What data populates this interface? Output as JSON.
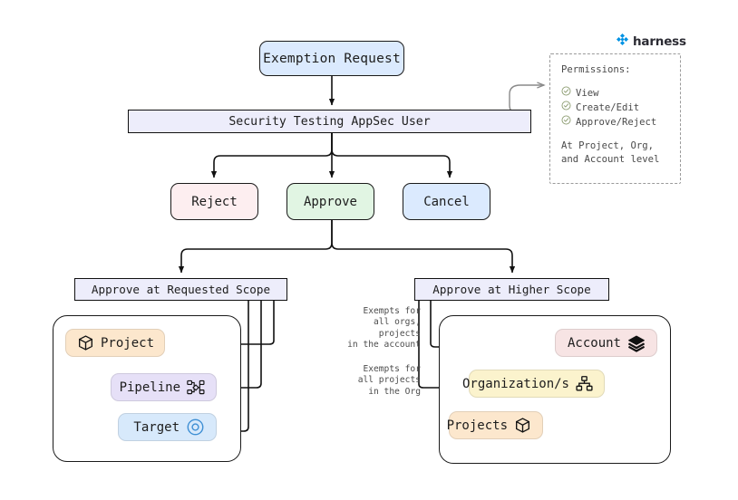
{
  "brand": {
    "name": "harness",
    "logo_icon": "harness-diamond-icon",
    "logo_color": "#0092E4"
  },
  "flow": {
    "start": {
      "label": "Exemption Request",
      "color": "#dbeafe"
    },
    "actor": {
      "label": "Security Testing AppSec User",
      "color": "#ededfb"
    },
    "decisions": [
      {
        "name": "reject",
        "label": "Reject",
        "color": "#fdeef0"
      },
      {
        "name": "approve",
        "label": "Approve",
        "color": "#e1f5e3"
      },
      {
        "name": "cancel",
        "label": "Cancel",
        "color": "#dbeafe"
      }
    ],
    "scopes": [
      {
        "name": "requested",
        "label": "Approve at Requested Scope",
        "color": "#ededfb"
      },
      {
        "name": "higher",
        "label": "Approve at Higher Scope",
        "color": "#ededfb"
      }
    ]
  },
  "requested_scope": {
    "resources": [
      {
        "name": "project",
        "label": "Project",
        "icon": "cube-icon",
        "color": "#fce7cd"
      },
      {
        "name": "pipeline",
        "label": "Pipeline",
        "icon": "node-graph-icon",
        "color": "#e6e0f7"
      },
      {
        "name": "target",
        "label": "Target",
        "icon": "target-icon",
        "color": "#d7e9fb"
      }
    ]
  },
  "higher_scope": {
    "resources": [
      {
        "name": "account",
        "label": "Account",
        "icon": "layers-icon",
        "color": "#f7e4e4"
      },
      {
        "name": "organization",
        "label": "Organization/s",
        "icon": "org-chart-icon",
        "color": "#fbf3cd"
      },
      {
        "name": "projects",
        "label": "Projects",
        "icon": "cube-icon",
        "color": "#fce7cd"
      }
    ],
    "notes": [
      {
        "name": "account-note",
        "text": "Exempts for\nall orgs, projects\nin the account"
      },
      {
        "name": "org-note",
        "text": "Exempts for\nall projects\nin the Org"
      }
    ]
  },
  "permissions": {
    "title": "Permissions:",
    "items": [
      {
        "label": "View",
        "icon": "check-circle-icon"
      },
      {
        "label": "Create/Edit",
        "icon": "check-circle-icon"
      },
      {
        "label": "Approve/Reject",
        "icon": "check-circle-icon"
      }
    ],
    "footer": "At Project, Org,\nand Account level"
  }
}
